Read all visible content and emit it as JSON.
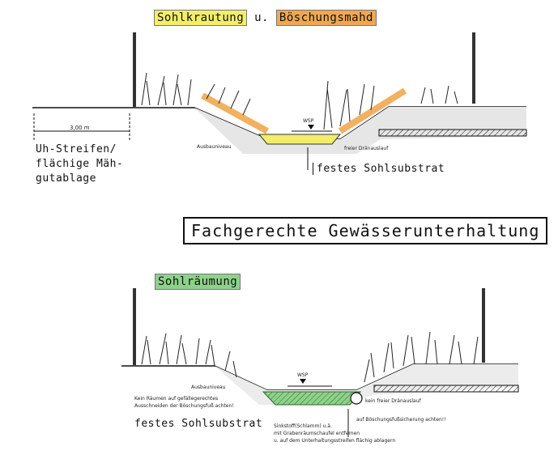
{
  "titles": {
    "top_part1": "Sohlkrautung",
    "top_conj": "u.",
    "top_part2": "Böschungsmahd",
    "main": "Fachgerechte Gewässerunterhaltung",
    "bottom": "Sohlräumung"
  },
  "top_section": {
    "distance": "3,00 m",
    "strip_label": [
      "Uh-Streifen/",
      "flächige Mäh-",
      "gutablage"
    ],
    "wsp": "WSP",
    "ausbau": "Ausbauniveau",
    "drain": "freier Dränauslauf",
    "substrate": "festes Sohlsubstrat"
  },
  "bottom_section": {
    "wsp": "WSP",
    "ausbau": "Ausbauniveau",
    "note1": "Kein Räumen auf gefällegerechtes",
    "note2": "Ausschneiden der Böschungsfuß achten!",
    "drain": "kein freier Dränauslauf",
    "right_note": "auf Böschungsfußsicherung achten!!",
    "substrate": "festes Sohlsubstrat",
    "bottom_note": [
      "Sinkstoff(Schlamm) u.ä.",
      "mit Grabenräumschaufel entfernen",
      "u. auf dem Unterhaltungsstreifen flächig ablagern"
    ]
  },
  "colors": {
    "yellow": "#f3ee6a",
    "orange": "#f0a850",
    "green": "#8fd18b"
  }
}
